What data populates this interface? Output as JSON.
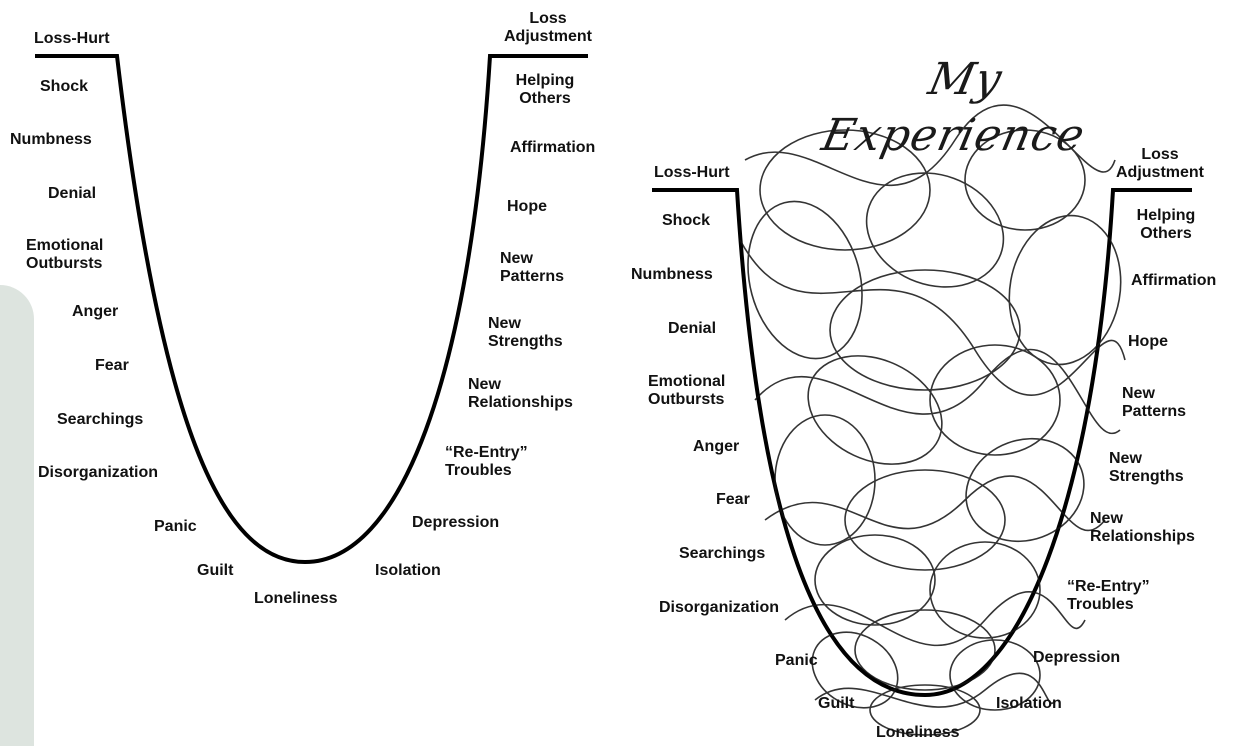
{
  "left_diagram": {
    "start_label": "Loss-Hurt",
    "end_label": "Loss\nAdjustment",
    "descending_stages": [
      "Shock",
      "Numbness",
      "Denial",
      "Emotional\nOutbursts",
      "Anger",
      "Fear",
      "Searchings",
      "Disorganization",
      "Panic",
      "Guilt"
    ],
    "bottom_stage": "Loneliness",
    "ascending_stages": [
      "Isolation",
      "Depression",
      "“Re-Entry”\nTroubles",
      "New\nRelationships",
      "New\nStrengths",
      "New\nPatterns",
      "Hope",
      "Affirmation",
      "Helping\nOthers"
    ]
  },
  "right_diagram": {
    "heading": "My Experience",
    "start_label": "Loss-Hurt",
    "end_label": "Loss\nAdjustment",
    "descending_stages": [
      "Shock",
      "Numbness",
      "Denial",
      "Emotional\nOutbursts",
      "Anger",
      "Fear",
      "Searchings",
      "Disorganization",
      "Panic",
      "Guilt"
    ],
    "bottom_stage": "Loneliness",
    "ascending_stages": [
      "Isolation",
      "Depression",
      "“Re-Entry”\nTroubles",
      "New\nRelationships",
      "New\nStrengths",
      "New\nPatterns",
      "Hope",
      "Affirmation",
      "Helping\nOthers"
    ]
  },
  "colors": {
    "line": "#000000",
    "text": "#111111",
    "side_band": "#dde4df"
  }
}
